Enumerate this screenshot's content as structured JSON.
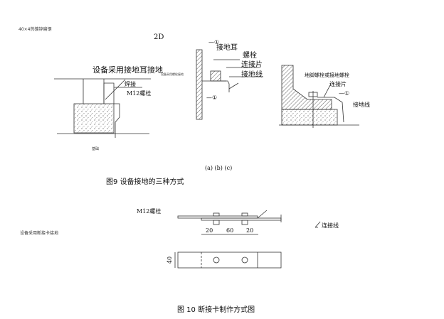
{
  "notes": {
    "flat_steel": "40×4热镀锌扁钢",
    "label_2d": "2D",
    "method_ear": "设备采用接地耳接地",
    "method_bolt_small": "设备采用螺栓接地",
    "foundation": "基础",
    "method_clip": "设备采用断接卡接地"
  },
  "fig9": {
    "weld": "焊接",
    "m12_bolt": "M12螺栓",
    "ground_ear": "接地耳",
    "bolt": "螺栓",
    "connector_plate": "连接片",
    "ground_wire": "接地线",
    "flat_mark_a": "—①",
    "flat_mark_b": "—①",
    "anchor_bolt": "地脚螺栓或接地螺栓",
    "connector_plate_c": "连接片",
    "flat_mark_c": "—①",
    "ground_wire_c": "接地线",
    "sub_labels": "(a) (b) (c)",
    "caption": "图9 设备接地的三种方式"
  },
  "fig10": {
    "m12_bolt": "M12螺栓",
    "connect_wire": "连接线",
    "dim_left": "20",
    "dim_mid": "60",
    "dim_right": "20",
    "dim_width": "40",
    "caption": "图 10 断接卡制作方式图"
  }
}
